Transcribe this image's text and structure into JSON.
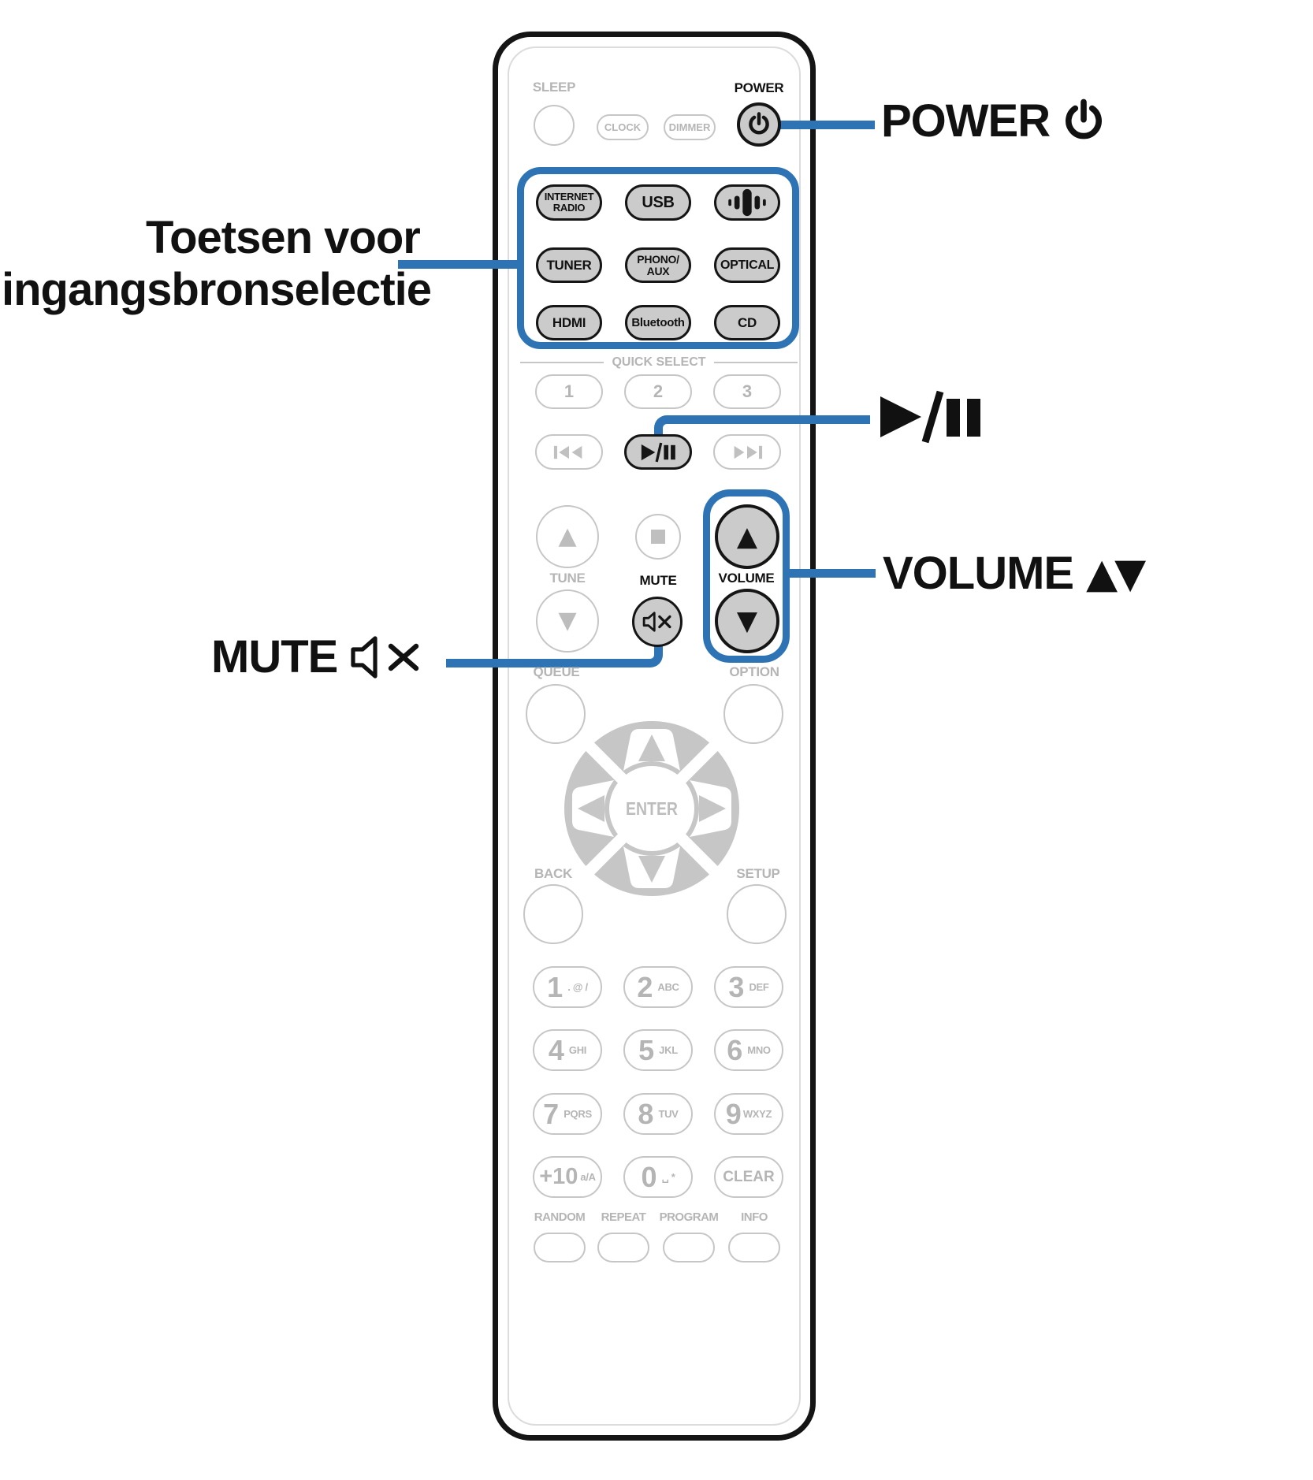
{
  "callouts": {
    "power_label": "POWER",
    "source_line1": "Toetsen voor",
    "source_line2": "ingangsbronselectie",
    "volume_label": "VOLUME",
    "volume_arrows": "▲▼",
    "mute_label": "MUTE"
  },
  "remote": {
    "sleep_label": "SLEEP",
    "clock_label": "CLOCK",
    "dimmer_label": "DIMMER",
    "power_label": "POWER",
    "sources": [
      {
        "label": "INTERNET\nRADIO"
      },
      {
        "label": "USB"
      },
      {
        "label": ""
      },
      {
        "label": "TUNER"
      },
      {
        "label": "PHONO/\nAUX"
      },
      {
        "label": "OPTICAL"
      },
      {
        "label": "HDMI"
      },
      {
        "label": "Bluetooth"
      },
      {
        "label": "CD"
      }
    ],
    "quick_select": {
      "title": "QUICK SELECT",
      "buttons": [
        "1",
        "2",
        "3"
      ]
    },
    "tune_label": "TUNE",
    "mute_label": "MUTE",
    "volume_label": "VOLUME",
    "queue_label": "QUEUE",
    "option_label": "OPTION",
    "enter_label": "ENTER",
    "back_label": "BACK",
    "setup_label": "SETUP",
    "keypad": [
      {
        "digit": "1",
        "sub": ". @ /"
      },
      {
        "digit": "2",
        "sub": "ABC"
      },
      {
        "digit": "3",
        "sub": "DEF"
      },
      {
        "digit": "4",
        "sub": "GHI"
      },
      {
        "digit": "5",
        "sub": "JKL"
      },
      {
        "digit": "6",
        "sub": "MNO"
      },
      {
        "digit": "7",
        "sub": "PQRS"
      },
      {
        "digit": "8",
        "sub": "TUV"
      },
      {
        "digit": "9",
        "sub": "WXYZ"
      },
      {
        "digit": "+10",
        "sub": "a/A"
      },
      {
        "digit": "0",
        "sub": "␣ *"
      },
      {
        "label": "CLEAR"
      }
    ],
    "bottom_labels": [
      "RANDOM",
      "REPEAT",
      "PROGRAM",
      "INFO"
    ],
    "glyphs": {
      "up": "▲",
      "down": "▼"
    }
  },
  "colors": {
    "accent_blue": "#2e74b5",
    "button_fill_gray": "#cbcbcb",
    "outline_gray": "#c6c6c6",
    "label_gray": "#b5b5b5",
    "dpad_gray": "#c6c6c6",
    "black": "#151515"
  }
}
